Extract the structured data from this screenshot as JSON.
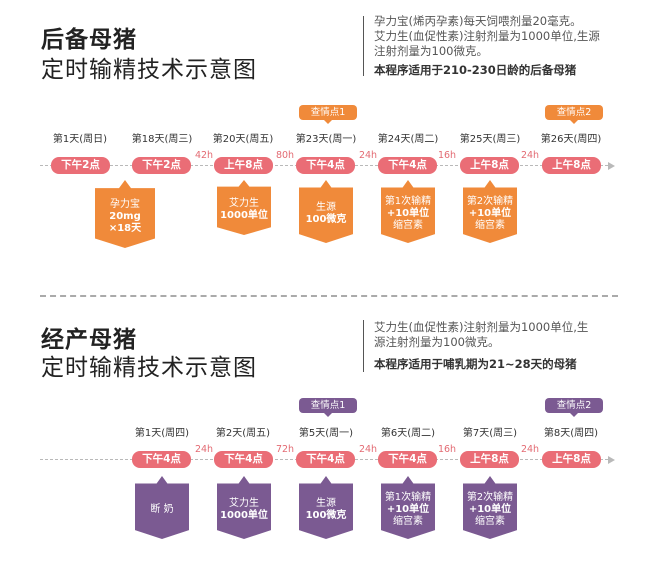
{
  "section1": {
    "title_bold": "后备母猪",
    "title_sub": "定时输精技术示意图",
    "notes": [
      "孕力宝(烯丙孕素)每天饲喂剂量20毫克。",
      "艾力生(血促性素)注射剂量为1000单位,生源",
      "注射剂量为100微克。"
    ],
    "note_bold": "本程序适用于210-230日龄的后备母猪",
    "days": [
      "第1天(周日)",
      "第18天(周三)",
      "第20天(周五)",
      "第23天(周一)",
      "第24天(周二)",
      "第25天(周三)",
      "第26天(周四)"
    ],
    "times": [
      "下午2点",
      "下午2点",
      "上午8点",
      "下午4点",
      "下午4点",
      "上午8点",
      "上午8点"
    ],
    "gaps": [
      "42h",
      "80h",
      "24h",
      "16h",
      "24h"
    ],
    "checks": [
      "查情点1",
      "查情点2"
    ],
    "callouts": [
      {
        "l1": "孕力宝",
        "l2": "20mg",
        "l3": "×18天"
      },
      {
        "l1": "艾力生",
        "l2": "1000单位",
        "l3": ""
      },
      {
        "l1": "生源",
        "l2": "100微克",
        "l3": ""
      },
      {
        "l1": "第1次输精",
        "l2": "+10单位",
        "l3": "缩宫素"
      },
      {
        "l1": "第2次输精",
        "l2": "+10单位",
        "l3": "缩宫素"
      }
    ]
  },
  "section2": {
    "title_bold": "经产母猪",
    "title_sub": "定时输精技术示意图",
    "notes": [
      "艾力生(血促性素)注射剂量为1000单位,生",
      "源注射剂量为100微克。"
    ],
    "note_bold": "本程序适用于哺乳期为21~28天的母猪",
    "days": [
      "第1天(周四)",
      "第2天(周五)",
      "第5天(周一)",
      "第6天(周二)",
      "第7天(周三)",
      "第8天(周四)"
    ],
    "times": [
      "下午4点",
      "下午4点",
      "下午4点",
      "下午4点",
      "上午8点",
      "上午8点"
    ],
    "gaps": [
      "24h",
      "72h",
      "24h",
      "16h",
      "24h"
    ],
    "checks": [
      "查情点1",
      "查情点2"
    ],
    "callouts": [
      {
        "l1": "断 奶",
        "l2": "",
        "l3": ""
      },
      {
        "l1": "艾力生",
        "l2": "1000单位",
        "l3": ""
      },
      {
        "l1": "生源",
        "l2": "100微克",
        "l3": ""
      },
      {
        "l1": "第1次输精",
        "l2": "+10单位",
        "l3": "缩宫素"
      },
      {
        "l1": "第2次输精",
        "l2": "+10单位",
        "l3": "缩宫素"
      }
    ]
  },
  "colors": {
    "orange": "#f08a3a",
    "purple": "#7b5a92",
    "pill_red": "#ea6d76"
  }
}
